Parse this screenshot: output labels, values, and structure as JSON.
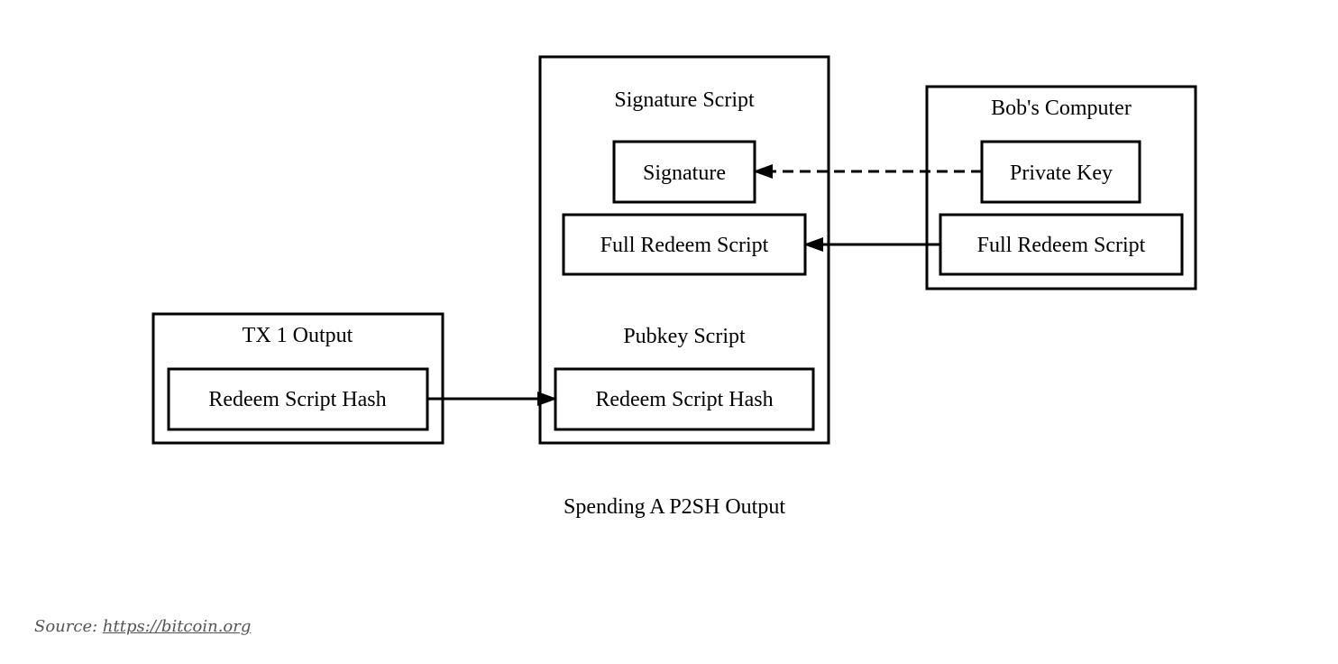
{
  "diagram": {
    "title": "Spending A P2SH Output",
    "tx1_output": {
      "label": "TX 1 Output",
      "redeem_script_hash": "Redeem Script Hash"
    },
    "new_tx": {
      "signature_script_label": "Signature Script",
      "signature": "Signature",
      "full_redeem_script": "Full Redeem Script",
      "pubkey_script_label": "Pubkey Script",
      "redeem_script_hash": "Redeem Script Hash"
    },
    "bobs_computer": {
      "label": "Bob's Computer",
      "private_key": "Private Key",
      "full_redeem_script": "Full Redeem Script"
    }
  },
  "source": {
    "prefix": "Source:",
    "link_text": "https://bitcoin.org"
  }
}
